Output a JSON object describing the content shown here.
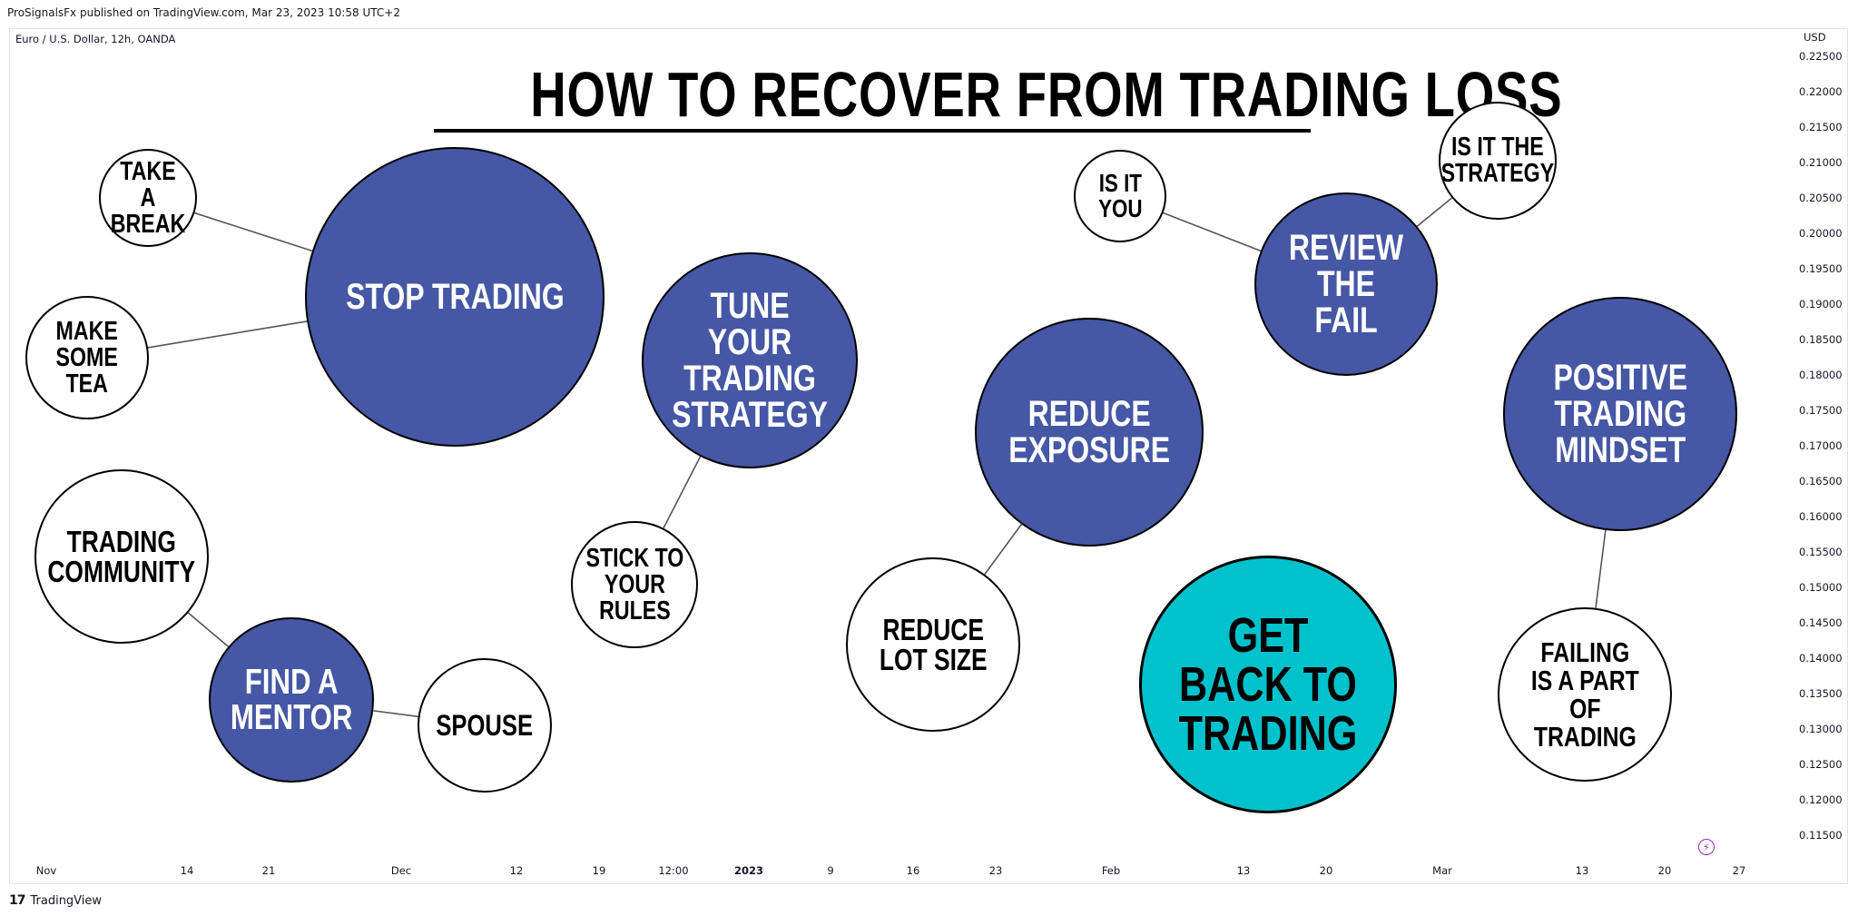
{
  "header": {
    "published": "ProSignalsFx published on TradingView.com, Mar 23, 2023 10:58 UTC+2"
  },
  "chart": {
    "symbol": "Euro / U.S. Dollar, 12h, OANDA",
    "currency": "USD",
    "prices": [
      "0.22500",
      "0.22000",
      "0.21500",
      "0.21000",
      "0.20500",
      "0.20000",
      "0.19500",
      "0.19000",
      "0.18500",
      "0.18000",
      "0.17500",
      "0.17000",
      "0.16500",
      "0.16000",
      "0.15500",
      "0.15000",
      "0.14500",
      "0.14000",
      "0.13500",
      "0.13000",
      "0.12500",
      "0.12000",
      "0.11500"
    ],
    "time_ticks": [
      {
        "label": "Nov",
        "bold": false
      },
      {
        "label": "14",
        "bold": false
      },
      {
        "label": "21",
        "bold": false
      },
      {
        "label": "Dec",
        "bold": false
      },
      {
        "label": "12",
        "bold": false
      },
      {
        "label": "19",
        "bold": false
      },
      {
        "label": "12:00",
        "bold": false
      },
      {
        "label": "2023",
        "bold": true
      },
      {
        "label": "9",
        "bold": false
      },
      {
        "label": "16",
        "bold": false
      },
      {
        "label": "23",
        "bold": false
      },
      {
        "label": "Feb",
        "bold": false
      },
      {
        "label": "13",
        "bold": false
      },
      {
        "label": "20",
        "bold": false
      },
      {
        "label": "Mar",
        "bold": false
      },
      {
        "label": "13",
        "bold": false
      },
      {
        "label": "20",
        "bold": false
      },
      {
        "label": "27",
        "bold": false
      }
    ]
  },
  "footer": {
    "brand": "TradingView",
    "logo": "tv-logo-icon"
  },
  "flash_icon": "lightning-icon",
  "diagram": {
    "title": "HOW TO RECOVER FROM TRADING LOSS",
    "colors": {
      "primary": "#4557a5",
      "highlight": "#00c2cc",
      "secondary": "#ffffff"
    },
    "nodes": [
      {
        "id": "stop-trading",
        "text": "STOP TRADING",
        "style": "blue"
      },
      {
        "id": "take-a-break",
        "text": "TAKE A\nBREAK",
        "style": "white"
      },
      {
        "id": "make-some-tea",
        "text": "MAKE\nSOME\nTEA",
        "style": "white"
      },
      {
        "id": "tune-strategy",
        "text": "TUNE YOUR\nTRADING\nSTRATEGY",
        "style": "blue"
      },
      {
        "id": "stick-to-rules",
        "text": "STICK TO\nYOUR\nRULES",
        "style": "white"
      },
      {
        "id": "trading-community",
        "text": "TRADING\nCOMMUNITY",
        "style": "white"
      },
      {
        "id": "find-a-mentor",
        "text": "FIND A\nMENTOR",
        "style": "blue"
      },
      {
        "id": "spouse",
        "text": "SPOUSE",
        "style": "white"
      },
      {
        "id": "reduce-exposure",
        "text": "REDUCE\nEXPOSURE",
        "style": "blue"
      },
      {
        "id": "reduce-lot-size",
        "text": "REDUCE\nLOT SIZE",
        "style": "white"
      },
      {
        "id": "review-the-fail",
        "text": "REVIEW THE\nFAIL",
        "style": "blue"
      },
      {
        "id": "is-it-you",
        "text": "IS IT\nYOU",
        "style": "white"
      },
      {
        "id": "is-it-strategy",
        "text": "IS IT THE\nSTRATEGY",
        "style": "white"
      },
      {
        "id": "positive-mindset",
        "text": "POSITIVE\nTRADING\nMINDSET",
        "style": "blue"
      },
      {
        "id": "failing-is-part",
        "text": "FAILING\nIS A PART\nOF\nTRADING",
        "style": "white"
      },
      {
        "id": "get-back-to-trading",
        "text": "GET BACK TO\nTRADING",
        "style": "teal"
      }
    ],
    "edges": [
      [
        "stop-trading",
        "take-a-break"
      ],
      [
        "stop-trading",
        "make-some-tea"
      ],
      [
        "tune-strategy",
        "stick-to-rules"
      ],
      [
        "trading-community",
        "find-a-mentor"
      ],
      [
        "find-a-mentor",
        "spouse"
      ],
      [
        "reduce-exposure",
        "reduce-lot-size"
      ],
      [
        "review-the-fail",
        "is-it-you"
      ],
      [
        "review-the-fail",
        "is-it-strategy"
      ],
      [
        "positive-mindset",
        "failing-is-part"
      ]
    ]
  }
}
